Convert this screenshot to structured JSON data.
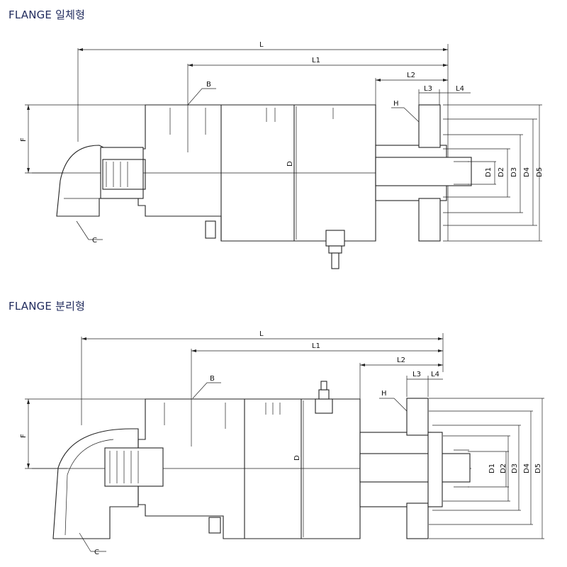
{
  "sections": [
    {
      "title": "FLANGE 일체형",
      "labels": {
        "L": "L",
        "L1": "L1",
        "L2": "L2",
        "L3": "L3",
        "L4": "L4",
        "B": "B",
        "H": "H",
        "C": "C",
        "F": "F",
        "D": "D",
        "D1": "D1",
        "D2": "D2",
        "D3": "D3",
        "D4": "D4",
        "D5": "D5"
      }
    },
    {
      "title": "FLANGE 분리형",
      "labels": {
        "L": "L",
        "L1": "L1",
        "L2": "L2",
        "L3": "L3",
        "L4": "L4",
        "B": "B",
        "H": "H",
        "C": "C",
        "F": "F",
        "D": "D",
        "D1": "D1",
        "D2": "D2",
        "D3": "D3",
        "D4": "D4",
        "D5": "D5"
      }
    }
  ]
}
